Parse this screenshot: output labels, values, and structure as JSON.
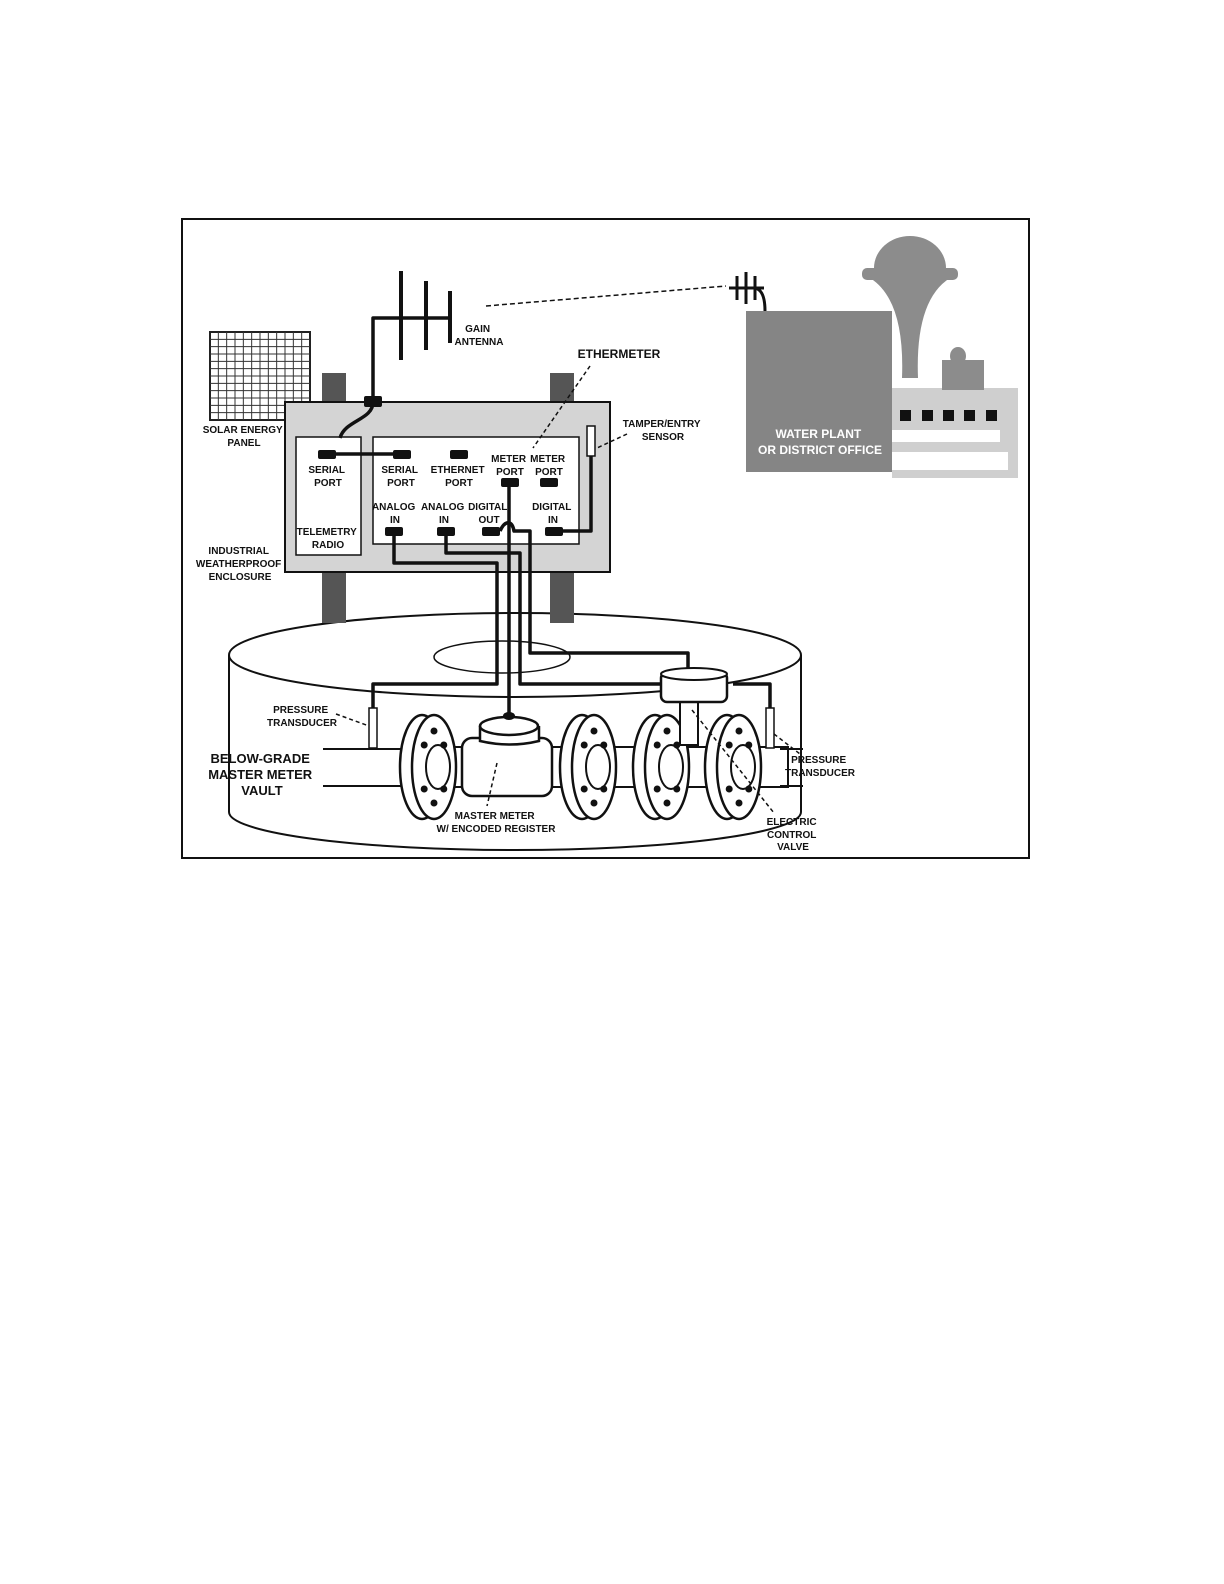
{
  "diagram": {
    "labels": {
      "gain_antenna": [
        "GAIN",
        "ANTENNA"
      ],
      "ethermeter": "ETHERMETER",
      "tamper_sensor": [
        "TAMPER/ENTRY",
        "SENSOR"
      ],
      "solar_panel": [
        "SOLAR ENERGY",
        "PANEL"
      ],
      "serial_port_radio": [
        "SERIAL",
        "PORT"
      ],
      "telemetry_radio": [
        "TELEMETRY",
        "RADIO"
      ],
      "serial_port": [
        "SERIAL",
        "PORT"
      ],
      "ethernet_port": [
        "ETHERNET",
        "PORT"
      ],
      "meter_port_1": [
        "METER",
        "PORT"
      ],
      "meter_port_2": [
        "METER",
        "PORT"
      ],
      "analog_in_1": [
        "ANALOG",
        "IN"
      ],
      "analog_in_2": [
        "ANALOG",
        "IN"
      ],
      "digital_out": [
        "DIGITAL",
        "OUT"
      ],
      "digital_in": [
        "DIGITAL",
        "IN"
      ],
      "enclosure": [
        "INDUSTRIAL",
        "WEATHERPROOF",
        "ENCLOSURE"
      ],
      "water_plant": [
        "WATER PLANT",
        "OR DISTRICT OFFICE"
      ],
      "pressure_transducer_left": [
        "PRESSURE",
        "TRANSDUCER"
      ],
      "pressure_transducer_right": [
        "PRESSURE",
        "TRANSDUCER"
      ],
      "vault": [
        "BELOW-GRADE",
        "MASTER METER",
        "VAULT"
      ],
      "master_meter": [
        "MASTER METER",
        "W/ ENCODED REGISTER"
      ],
      "control_valve": [
        "ELECTRIC",
        "CONTROL",
        "VALVE"
      ]
    }
  }
}
